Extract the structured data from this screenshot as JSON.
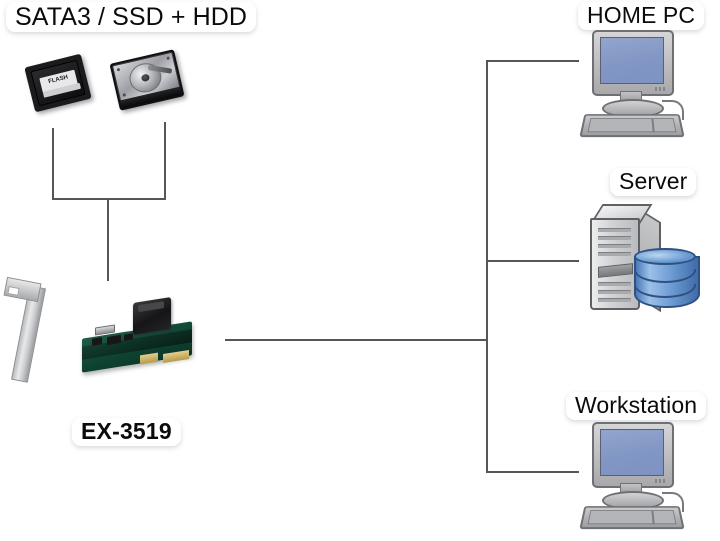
{
  "diagram": {
    "title": "SATA3 / SSD + HDD",
    "storage": {
      "ssd": {
        "name": "ssd-drive",
        "sticker_text": "FLASH"
      },
      "hdd": {
        "name": "hdd-drive"
      }
    },
    "card": {
      "label": "EX-3519",
      "icon_name": "pcie-controller-card"
    },
    "nodes": [
      {
        "label": "HOME PC",
        "icon_name": "desktop-monitor-keyboard-icon"
      },
      {
        "label": "Server",
        "icon_name": "server-tower-database-icon"
      },
      {
        "label": "Workstation",
        "icon_name": "desktop-monitor-keyboard-icon"
      }
    ],
    "colors": {
      "line": "#55565a",
      "screen": "#8196c4",
      "database": "#6e9ed4",
      "pcb": "#0f4533",
      "background": "#ffffff"
    }
  }
}
